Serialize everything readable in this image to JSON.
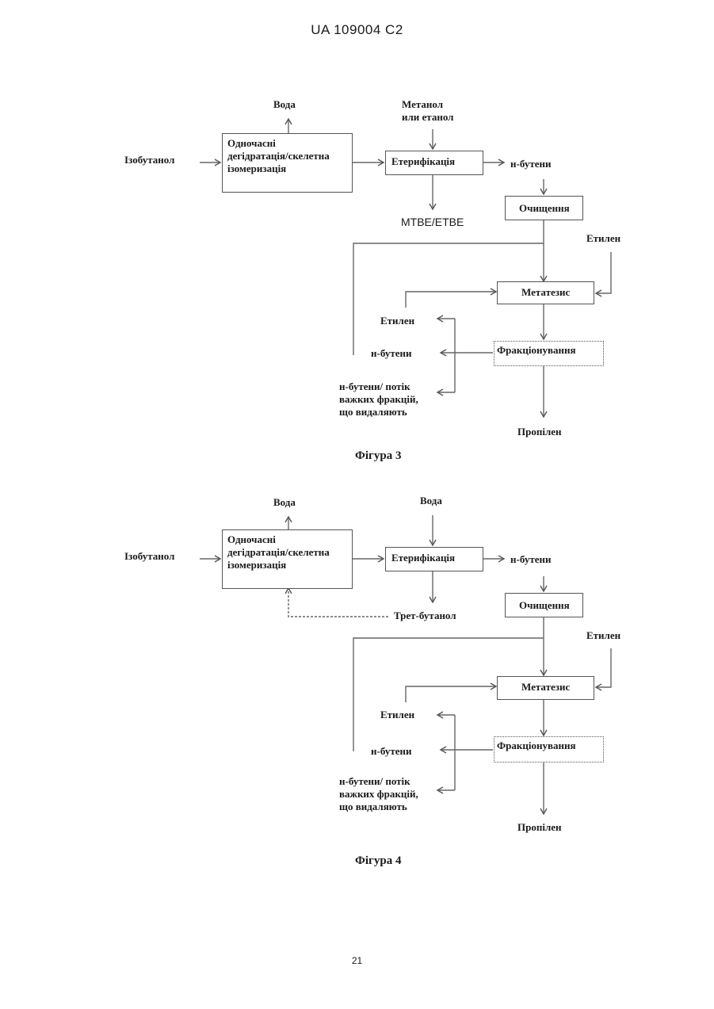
{
  "header": "UA   109004   C2",
  "page_number": "21",
  "figure3": {
    "caption": "Фігура 3",
    "water": "Вода",
    "alcohol": "Метанол\nили етанол",
    "isobutanol": "Ізобутанол",
    "dehydration": "Одночасні\nдегідратація/скелетна\nізомеризація",
    "etherification": "Етерифікація",
    "n_butenes": "н-бутени",
    "ether_product": "MTBE/ETBE",
    "purification": "Очищення",
    "ethylene_feed": "Етилен",
    "metathesis": "Метатезис",
    "ethylene_recycle": "Етилен",
    "n_butenes_recycle": "н-бутени",
    "fractionation": "Фракціонування",
    "heavy_purge": "н-бутени/ потік\nважких фракцій,\nщо видаляють",
    "propylene": "Пропілен"
  },
  "figure4": {
    "caption": "Фігура 4",
    "water": "Вода",
    "water2": "Вода",
    "isobutanol": "Ізобутанол",
    "dehydration": "Одночасні\nдегідратація/скелетна\nізомеризація",
    "etherification": "Етерифікація",
    "n_butenes": "н-бутени",
    "tba": "Трет-бутанол",
    "purification": "Очищення",
    "ethylene_feed": "Етилен",
    "metathesis": "Метатезис",
    "ethylene_recycle": "Етилен",
    "n_butenes_recycle": "н-бутени",
    "fractionation": "Фракціонування",
    "heavy_purge": "н-бутени/ потік\nважких фракцій,\nщо видаляють",
    "propylene": "Пропілен"
  }
}
